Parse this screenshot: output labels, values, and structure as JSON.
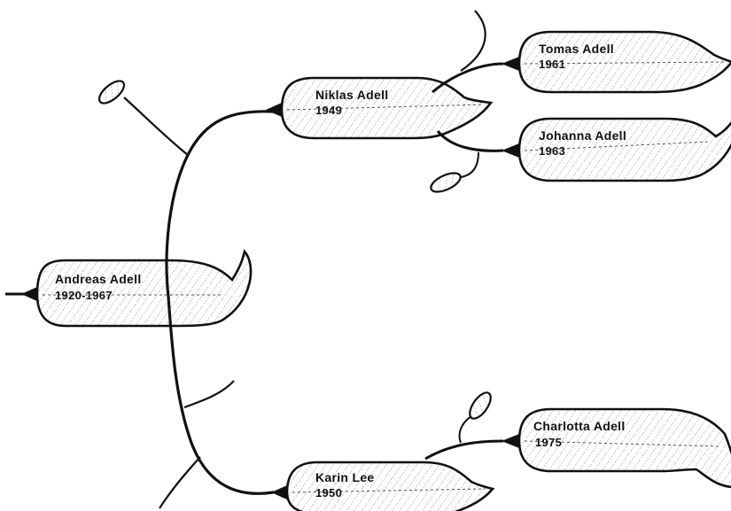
{
  "family_tree": {
    "ink_color": "#111111",
    "leaf_fill": "#f6f6f6",
    "members": [
      {
        "name": "Andreas Adell",
        "years": "1920-1967"
      },
      {
        "name": "Niklas Adell",
        "years": "1949"
      },
      {
        "name": "Tomas Adell",
        "years": "1961"
      },
      {
        "name": "Johanna Adell",
        "years": "1963"
      },
      {
        "name": "Karin Lee",
        "years": "1950"
      },
      {
        "name": "Charlotta Adell",
        "years": "1975"
      }
    ]
  }
}
